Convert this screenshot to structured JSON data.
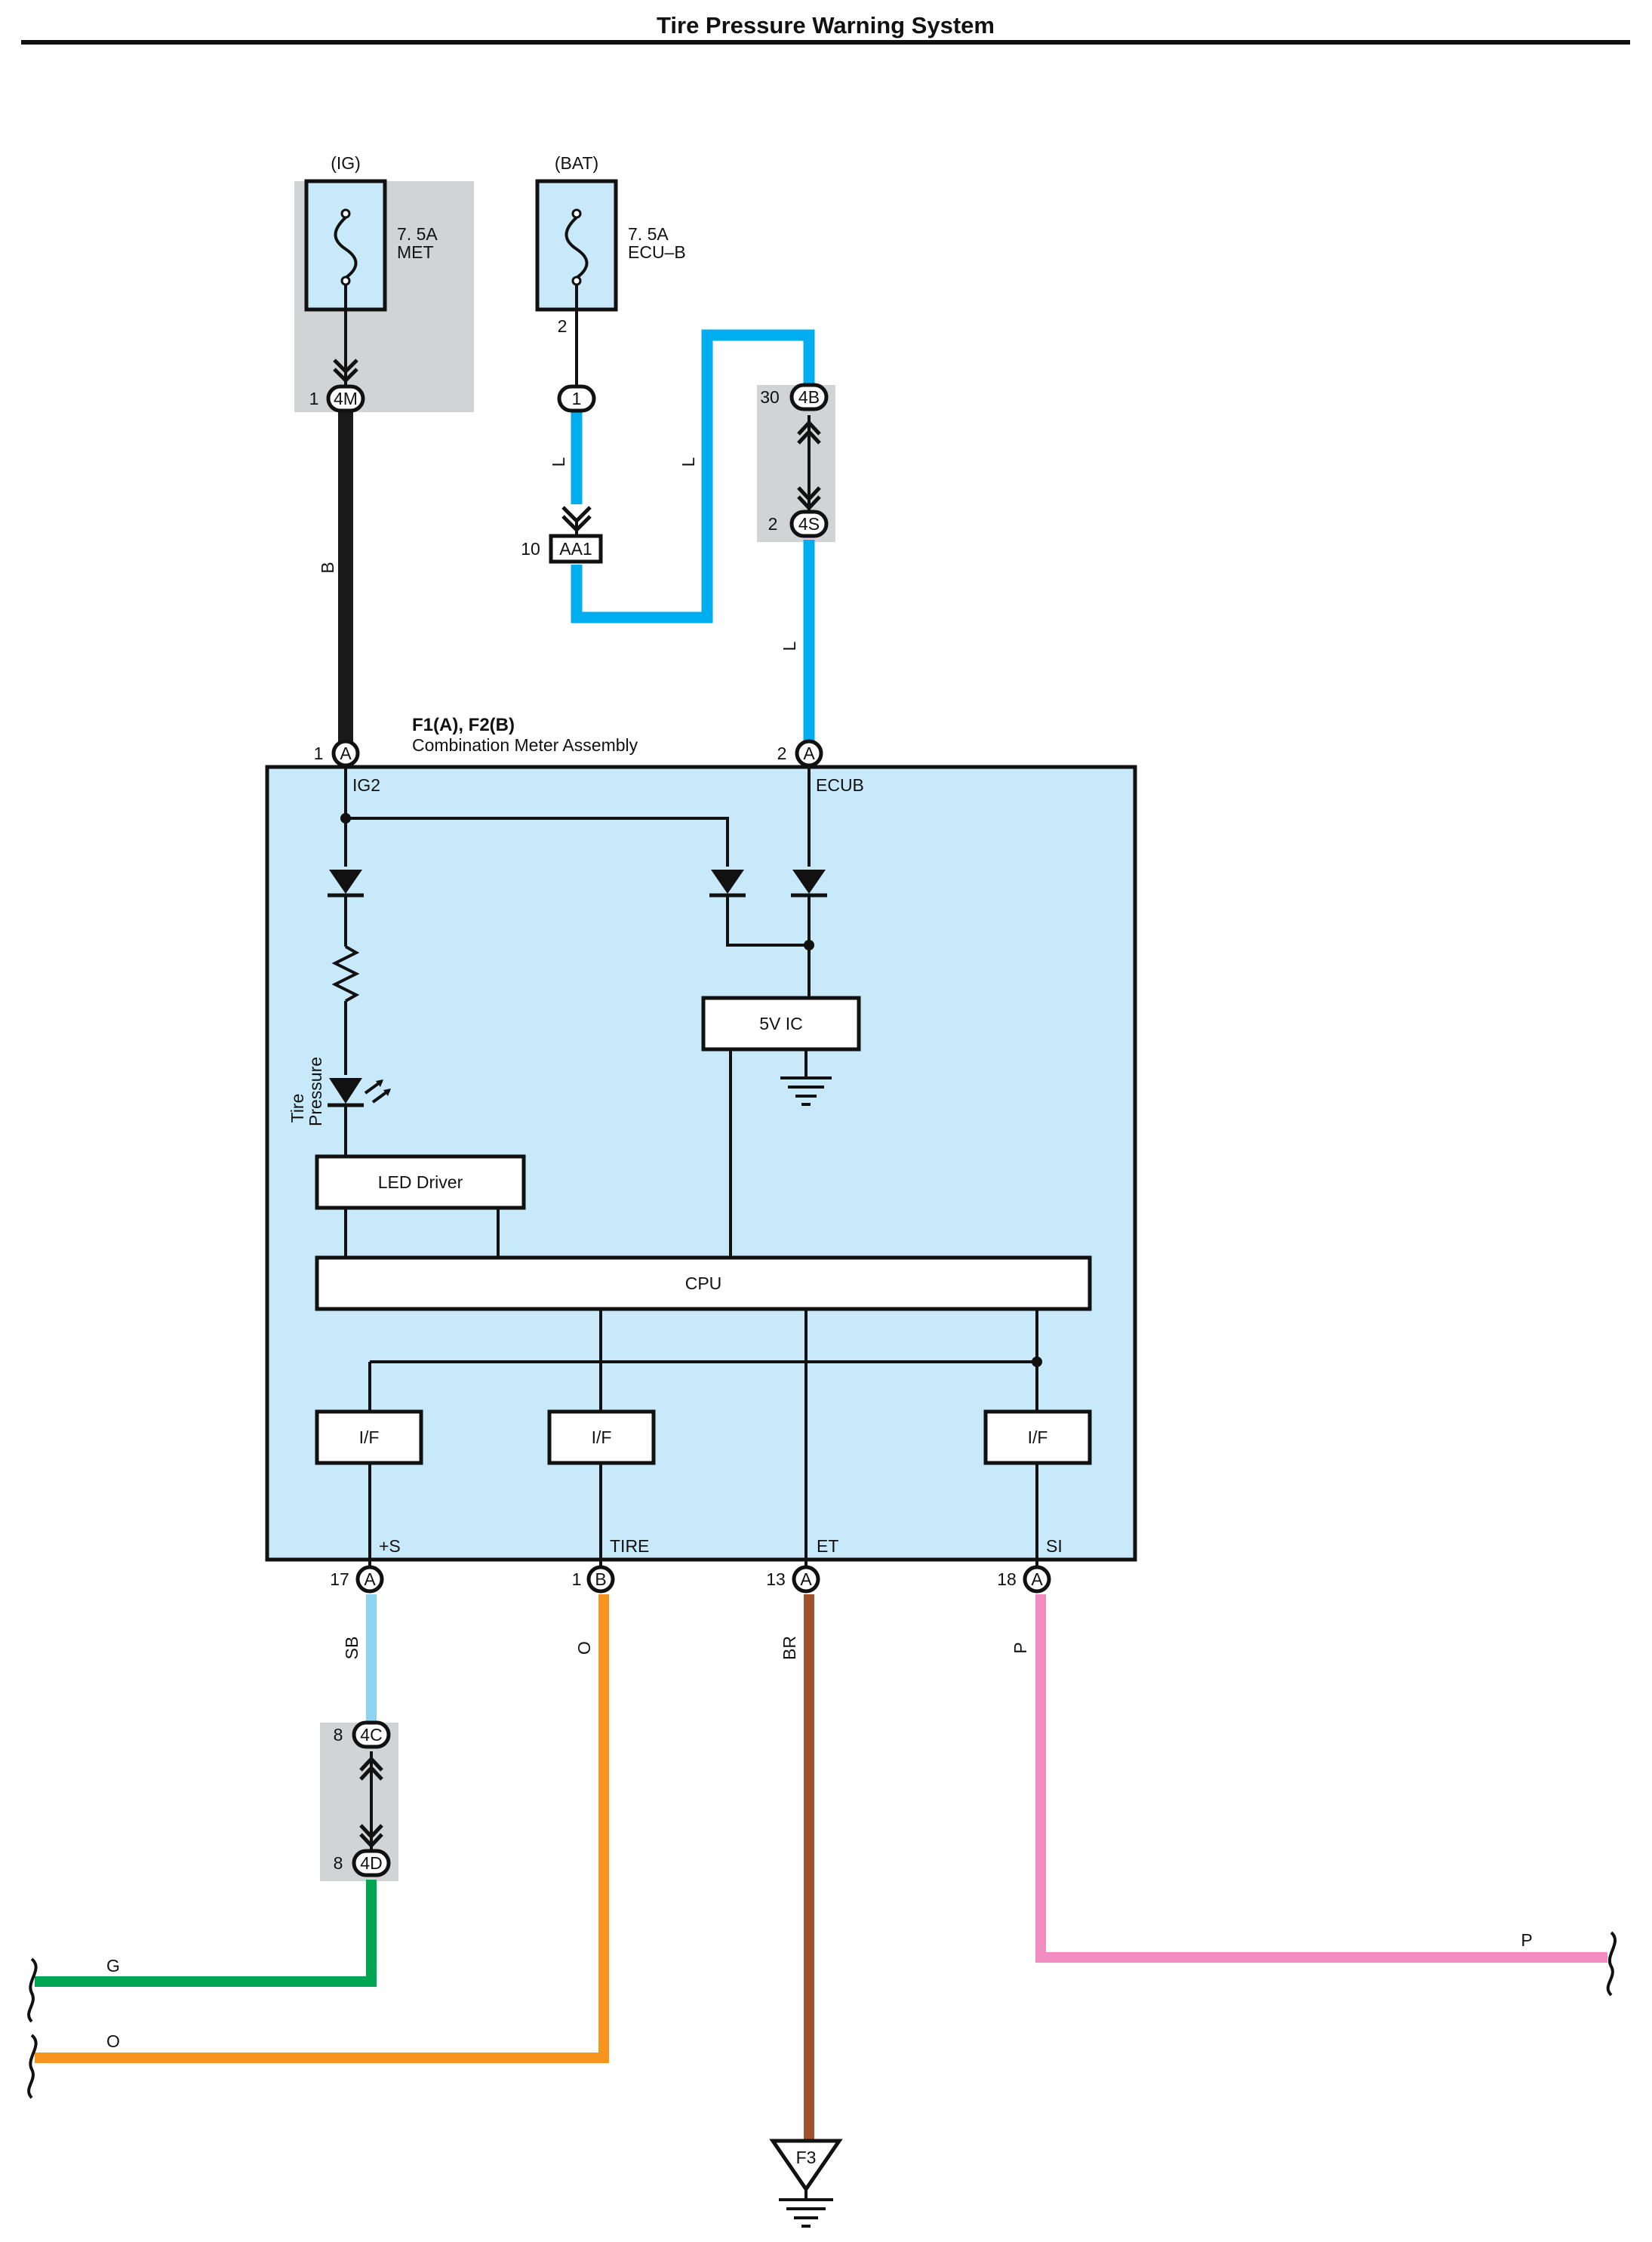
{
  "title": "Tire Pressure Warning System",
  "fuses": {
    "ig": {
      "source": "(IG)",
      "rating": "7. 5A",
      "name": "MET"
    },
    "bat": {
      "source": "(BAT)",
      "rating": "7. 5A",
      "name": "ECU–B",
      "pin": "2"
    }
  },
  "connectors": {
    "c4M": {
      "pin": "1",
      "id": "4M"
    },
    "c1": {
      "id": "1"
    },
    "cAA1": {
      "pin": "10",
      "id": "AA1"
    },
    "c4B": {
      "pin": "30",
      "id": "4B"
    },
    "c4S": {
      "pin": "2",
      "id": "4S"
    },
    "c4C": {
      "pin": "8",
      "id": "4C"
    },
    "c4D": {
      "pin": "8",
      "id": "4D"
    }
  },
  "meter": {
    "code": "F1(A), F2(B)",
    "name": "Combination Meter Assembly",
    "pins_top": [
      {
        "num": "1",
        "conn": "A",
        "label": "IG2"
      },
      {
        "num": "2",
        "conn": "A",
        "label": "ECUB"
      }
    ],
    "pins_bottom": [
      {
        "num": "17",
        "conn": "A",
        "label": "+S"
      },
      {
        "num": "1",
        "conn": "B",
        "label": "TIRE"
      },
      {
        "num": "13",
        "conn": "A",
        "label": "ET"
      },
      {
        "num": "18",
        "conn": "A",
        "label": "SI"
      }
    ],
    "blocks": {
      "ic": "5V IC",
      "led_driver": "LED Driver",
      "cpu": "CPU",
      "if1": "I/F",
      "if2": "I/F",
      "if3": "I/F"
    },
    "indicator": {
      "line1": "Tire",
      "line2": "Pressure"
    }
  },
  "wires": {
    "b": {
      "code": "B",
      "color": "#1a1a1a"
    },
    "l1": {
      "code": "L",
      "color": "#00aeef"
    },
    "l2": {
      "code": "L",
      "color": "#00aeef"
    },
    "l3": {
      "code": "L",
      "color": "#00aeef"
    },
    "sb": {
      "code": "SB",
      "color": "#8fd3f2"
    },
    "o": {
      "code": "O",
      "color": "#f7941d"
    },
    "br": {
      "code": "BR",
      "color": "#a0522d"
    },
    "p": {
      "code": "P",
      "color": "#f08cbf"
    },
    "g_end": {
      "code": "G",
      "color": "#00a651"
    },
    "o_end": {
      "code": "O",
      "color": "#f7941d"
    },
    "p_end": {
      "code": "P",
      "color": "#f08cbf"
    }
  },
  "ground": {
    "id": "F3"
  },
  "colors": {
    "splice_fill": "#d1d3d4",
    "meter_fill": "#c8e9fa",
    "fuse_fill": "#c8e9fa"
  }
}
